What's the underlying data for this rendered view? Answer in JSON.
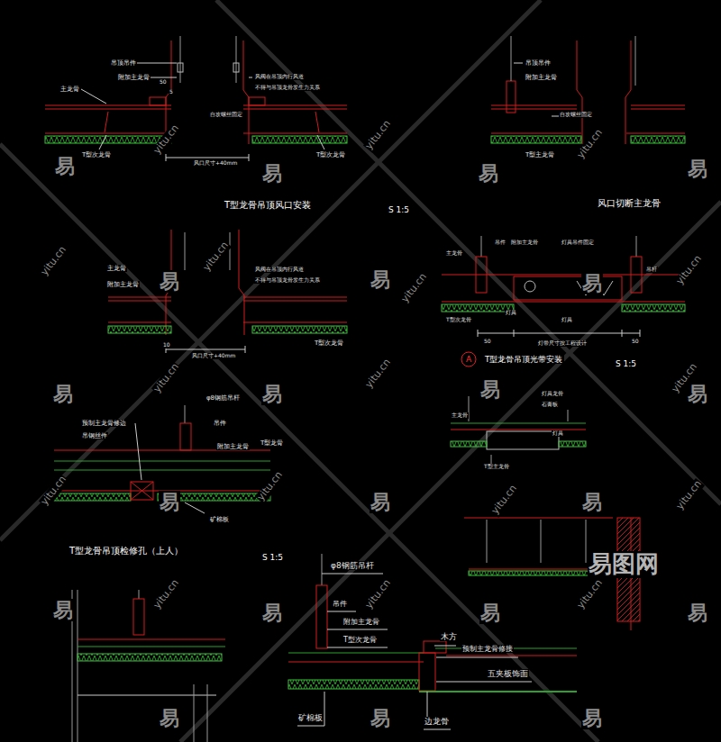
{
  "diagram": {
    "labels": [
      "吊顶吊件",
      "附加主龙骨",
      "主龙骨",
      "50",
      "5",
      "风阀在吊顶内行风道",
      "不得与吊顶龙骨发生力关系",
      "自攻螺丝固定",
      "T型次龙骨",
      "T型次龙骨",
      "风口尺寸+40mm",
      "T型龙骨吊顶风口安装",
      "S 1:5",
      "吊顶吊件",
      "附加主龙骨",
      "自攻螺丝固定",
      "T型主龙骨",
      "风口切断主龙骨",
      "主龙骨",
      "附加主龙骨",
      "风阀在吊顶内行风道",
      "不得与吊顶龙骨发生力关系",
      "T型次龙骨",
      "10",
      "风口尺寸+40mm",
      "主龙骨",
      "吊件",
      "附加主龙骨",
      "灯具吊件固定",
      "吊杆",
      "灯具",
      "灯具",
      "T型次龙骨",
      "50",
      "50",
      "灯带尺寸按工程设计",
      "A",
      "T型龙骨吊顶光带安装",
      "S 1:5",
      "φ8钢筋吊杆",
      "预制主龙骨修边",
      "吊钢丝件",
      "吊件",
      "附加主龙骨",
      "T型龙骨",
      "矿棉板",
      "T型龙骨吊顶检修孔（上人）",
      "S 1:5",
      "灯具龙骨",
      "石膏板",
      "主龙骨",
      "灯具",
      "T型主龙骨",
      "φ8钢筋吊杆",
      "吊件",
      "附加主龙骨",
      "T型次龙骨",
      "木方",
      "预制主龙骨修接",
      "五夹板饰面",
      "矿棉板",
      "边龙骨",
      "易图网",
      "易",
      "易",
      "易",
      "易",
      "易",
      "易",
      "易",
      "易",
      "易",
      "易",
      "易",
      "易",
      "易",
      "易",
      "易",
      "易",
      "易",
      "易",
      "易",
      "易",
      "易",
      "yitu.cn",
      "yitu.cn",
      "yitu.cn",
      "yitu.cn",
      "yitu.cn",
      "yitu.cn",
      "yitu.cn",
      "yitu.cn",
      "yitu.cn",
      "yitu.cn",
      "yitu.cn",
      "yitu.cn",
      "yitu.cn",
      "yitu.cn",
      "yitu.cn",
      "yitu.cn",
      "yitu.cn"
    ]
  }
}
